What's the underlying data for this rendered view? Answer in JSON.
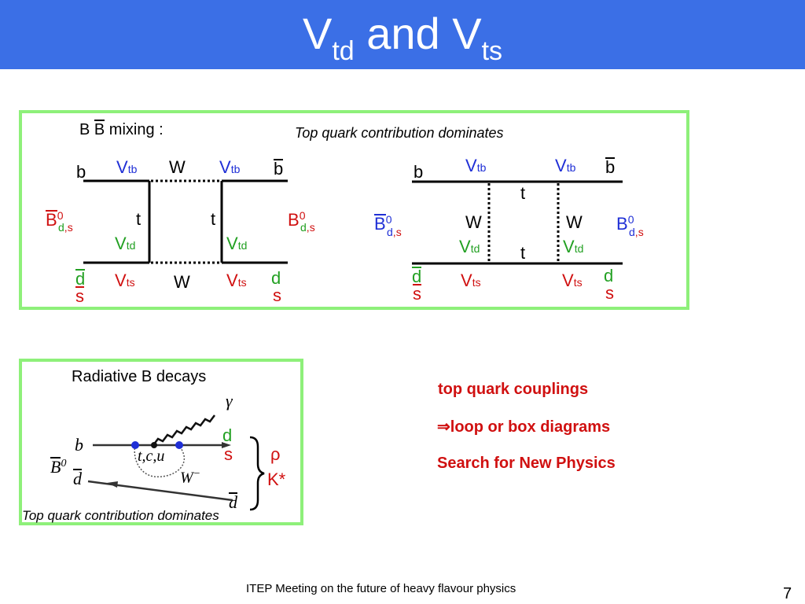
{
  "title": {
    "main": "V",
    "sub1": "td",
    "and": " and V",
    "sub2": "ts"
  },
  "mixing_panel": {
    "label_b1": "B",
    "label_b2": "B",
    "label_rest": " mixing :",
    "note": "Top quark contribution dominates",
    "box": {
      "b_left": "b",
      "b_right": "b",
      "W_top": "W",
      "W_bottom": "W",
      "t_left": "t",
      "t_right": "t",
      "Vtb": "V",
      "tb": "tb",
      "Vtd": "V",
      "td": "td",
      "Vts": "V",
      "ts": "ts",
      "d": "d",
      "s": "s",
      "B": "B",
      "zero": "0",
      "dsub": "d",
      "comma": ",",
      "ssub": "s"
    },
    "box2": {
      "t_top": "t",
      "t_bottom": "t",
      "W": "W"
    }
  },
  "radiative_panel": {
    "heading": "Radiative B decays",
    "gamma": "γ",
    "b": "b",
    "d_anti": "d",
    "d_out": "d",
    "s_out": "s",
    "tcu": "t,c,u",
    "Wminus": "W",
    "minus": "−",
    "Bbar": "B",
    "zero": "0",
    "rho": "ρ",
    "Kstar": "K*",
    "d_bottom": "d",
    "note": "Top quark contribution dominates"
  },
  "right_text": {
    "line1": "top quark couplings",
    "line2_arrow": "⇒",
    "line2": "loop or box diagrams",
    "line3": "Search for New Physics"
  },
  "footer": {
    "meeting": "ITEP Meeting on the future of heavy flavour physics",
    "page": "7"
  },
  "colors": {
    "banner": "#3b6fe6",
    "panel_border": "#8ef07a",
    "blue": "#1f2fd6",
    "red": "#d01010",
    "green": "#22a022"
  }
}
